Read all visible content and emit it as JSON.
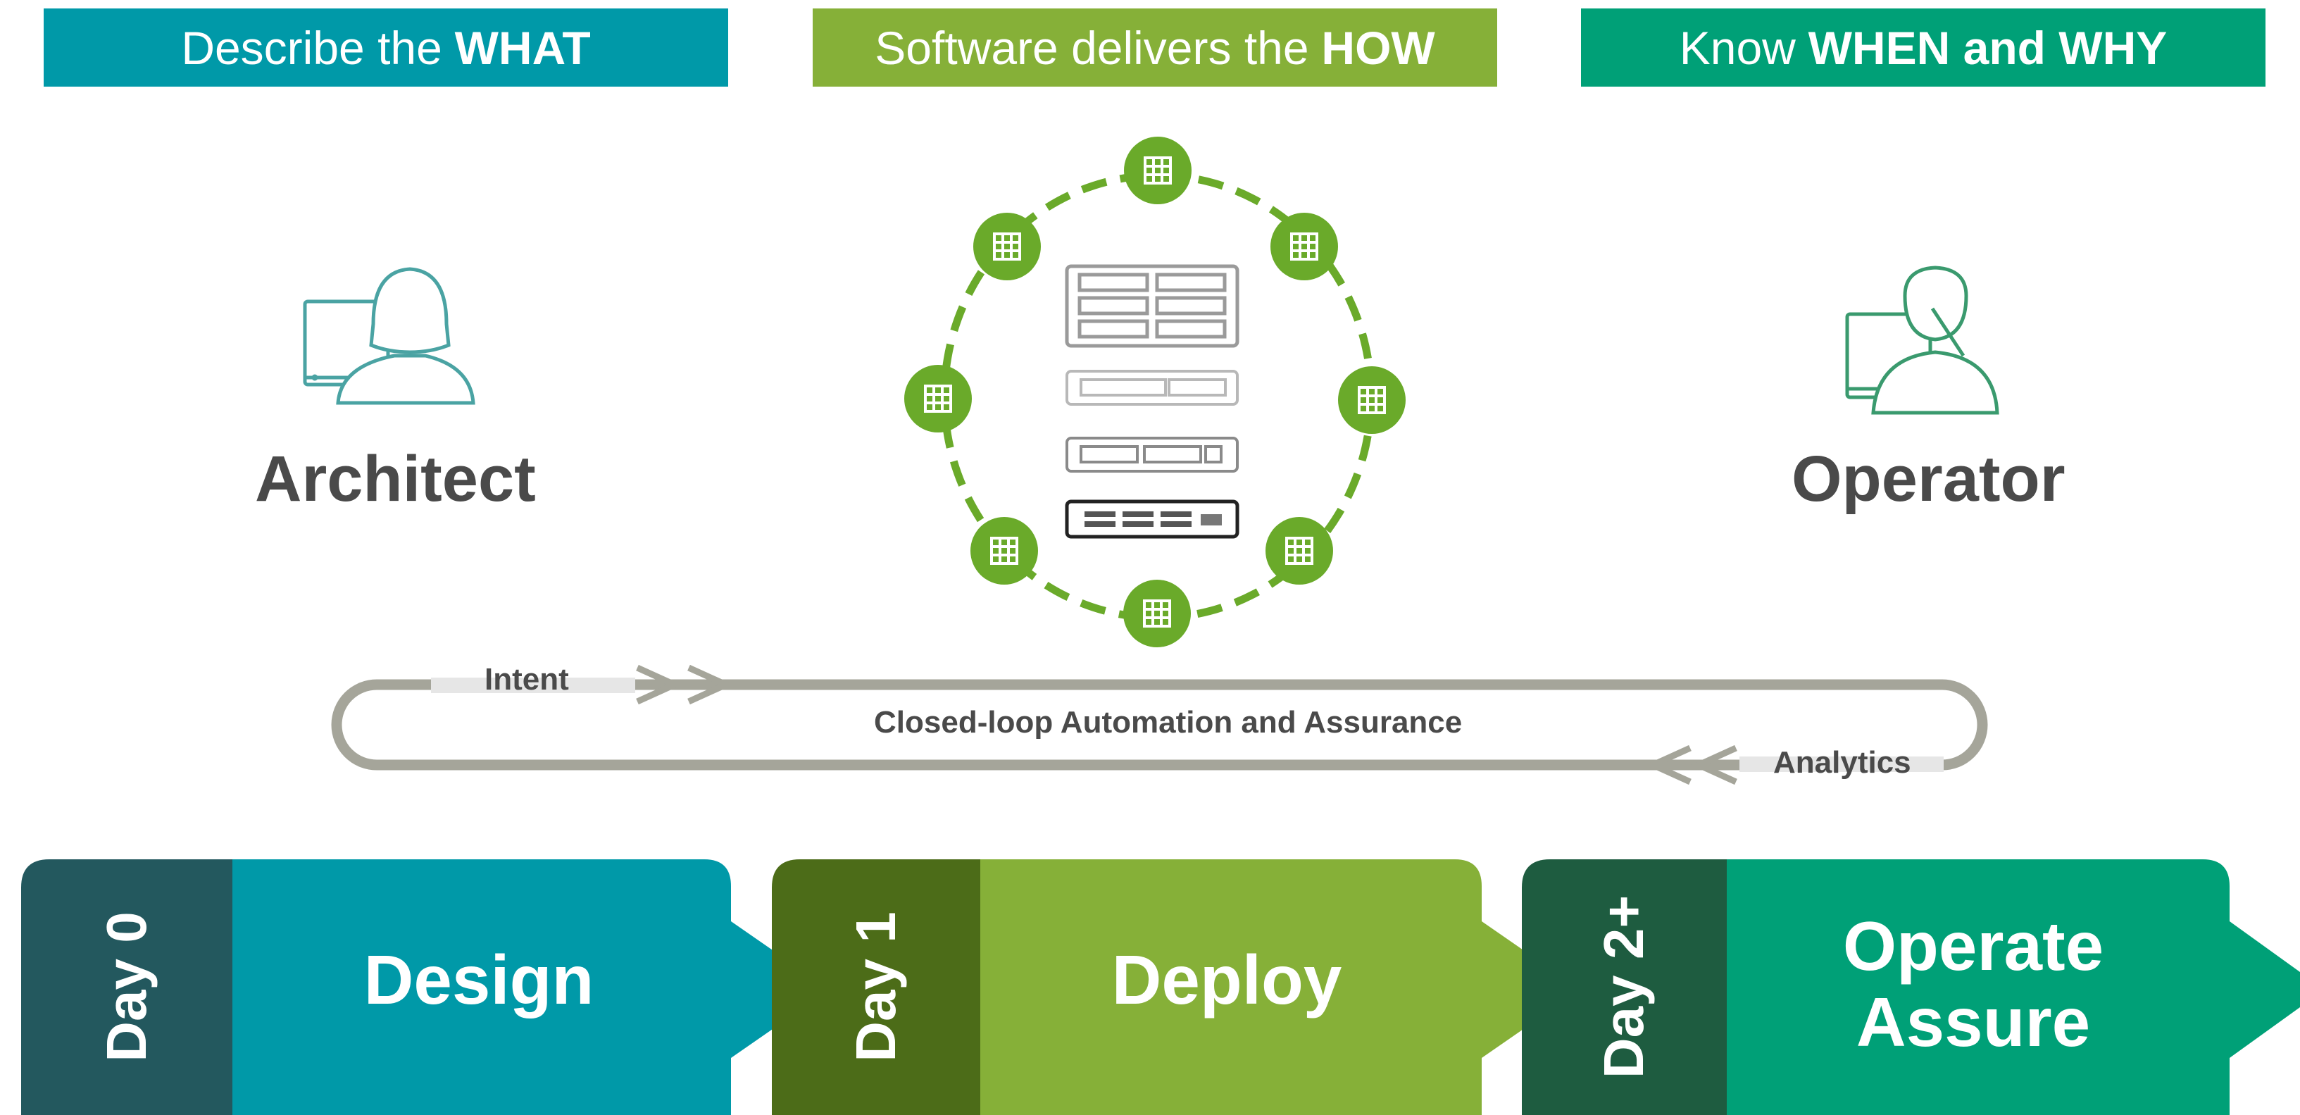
{
  "headers": [
    {
      "pre": "Describe the",
      "bold": "WHAT",
      "color": "#0099a8"
    },
    {
      "pre": "Software delivers the",
      "bold": "HOW",
      "color": "#86b038"
    },
    {
      "pre": "Know",
      "bold": "WHEN and WHY",
      "color": "#00a077"
    }
  ],
  "roles": {
    "left": "Architect",
    "right": "Operator"
  },
  "loop": {
    "intent": "Intent",
    "center": "Closed-loop Automation and Assurance",
    "analytics": "Analytics"
  },
  "phases": [
    {
      "day": "Day 0",
      "name": "Design",
      "day_color": "#23585e",
      "color": "#0099a8"
    },
    {
      "day": "Day 1",
      "name": "Deploy",
      "day_color": "#4c6c18",
      "color": "#86b038"
    },
    {
      "day": "Day 2+",
      "name_line1": "Operate",
      "name_line2": "Assure",
      "day_color": "#1e5c40",
      "color": "#00a077"
    }
  ],
  "colors": {
    "ring_green": "#6aaa2a",
    "loop_gray": "#a5a59a",
    "architect_icon": "#4aa3a3",
    "operator_icon": "#3a9a6e"
  },
  "icons": [
    "architect-person-icon",
    "operator-person-icon",
    "network-device-icon"
  ]
}
